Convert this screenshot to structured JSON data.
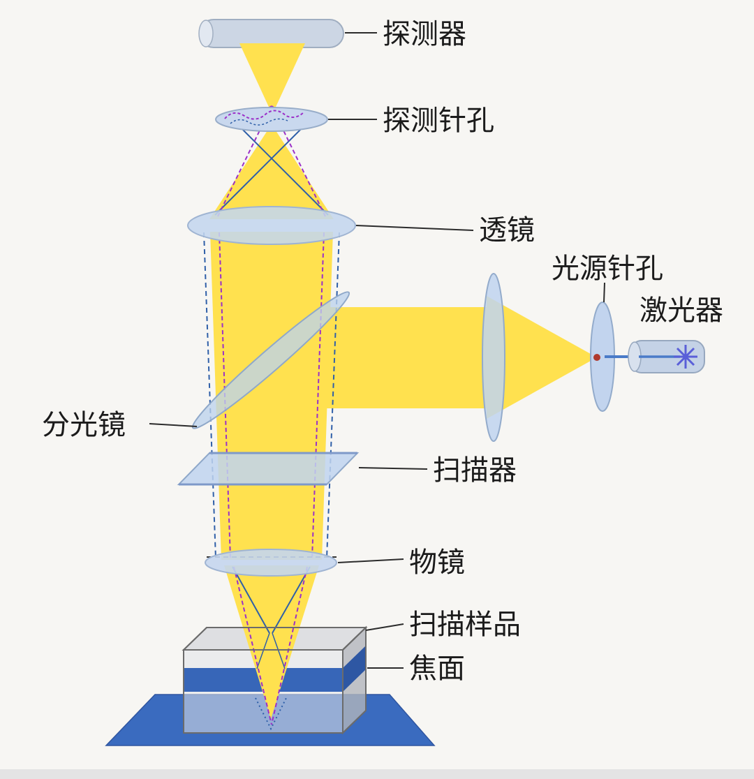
{
  "diagram": {
    "type": "confocal-microscope-optical-path",
    "labels": {
      "detector": "探测器",
      "detection_pinhole": "探测针孔",
      "lens": "透镜",
      "source_pinhole": "光源针孔",
      "laser": "激光器",
      "beam_splitter": "分光镜",
      "scanner": "扫描器",
      "objective": "物镜",
      "sample": "扫描样品",
      "focal_plane": "焦面"
    },
    "colors": {
      "background": "#F7F6F3",
      "beam_yellow": "#FFE14F",
      "optic_blue": "#C4D6EE",
      "focal_plane_blue": "#3766B8",
      "base_plane_blue": "#3A6BBF",
      "ray_blue": "#2F5FA8",
      "ray_purple": "#9B30C8",
      "laser_line_blue": "#4A7BC8",
      "laser_dot_red": "#B03A2E"
    }
  }
}
